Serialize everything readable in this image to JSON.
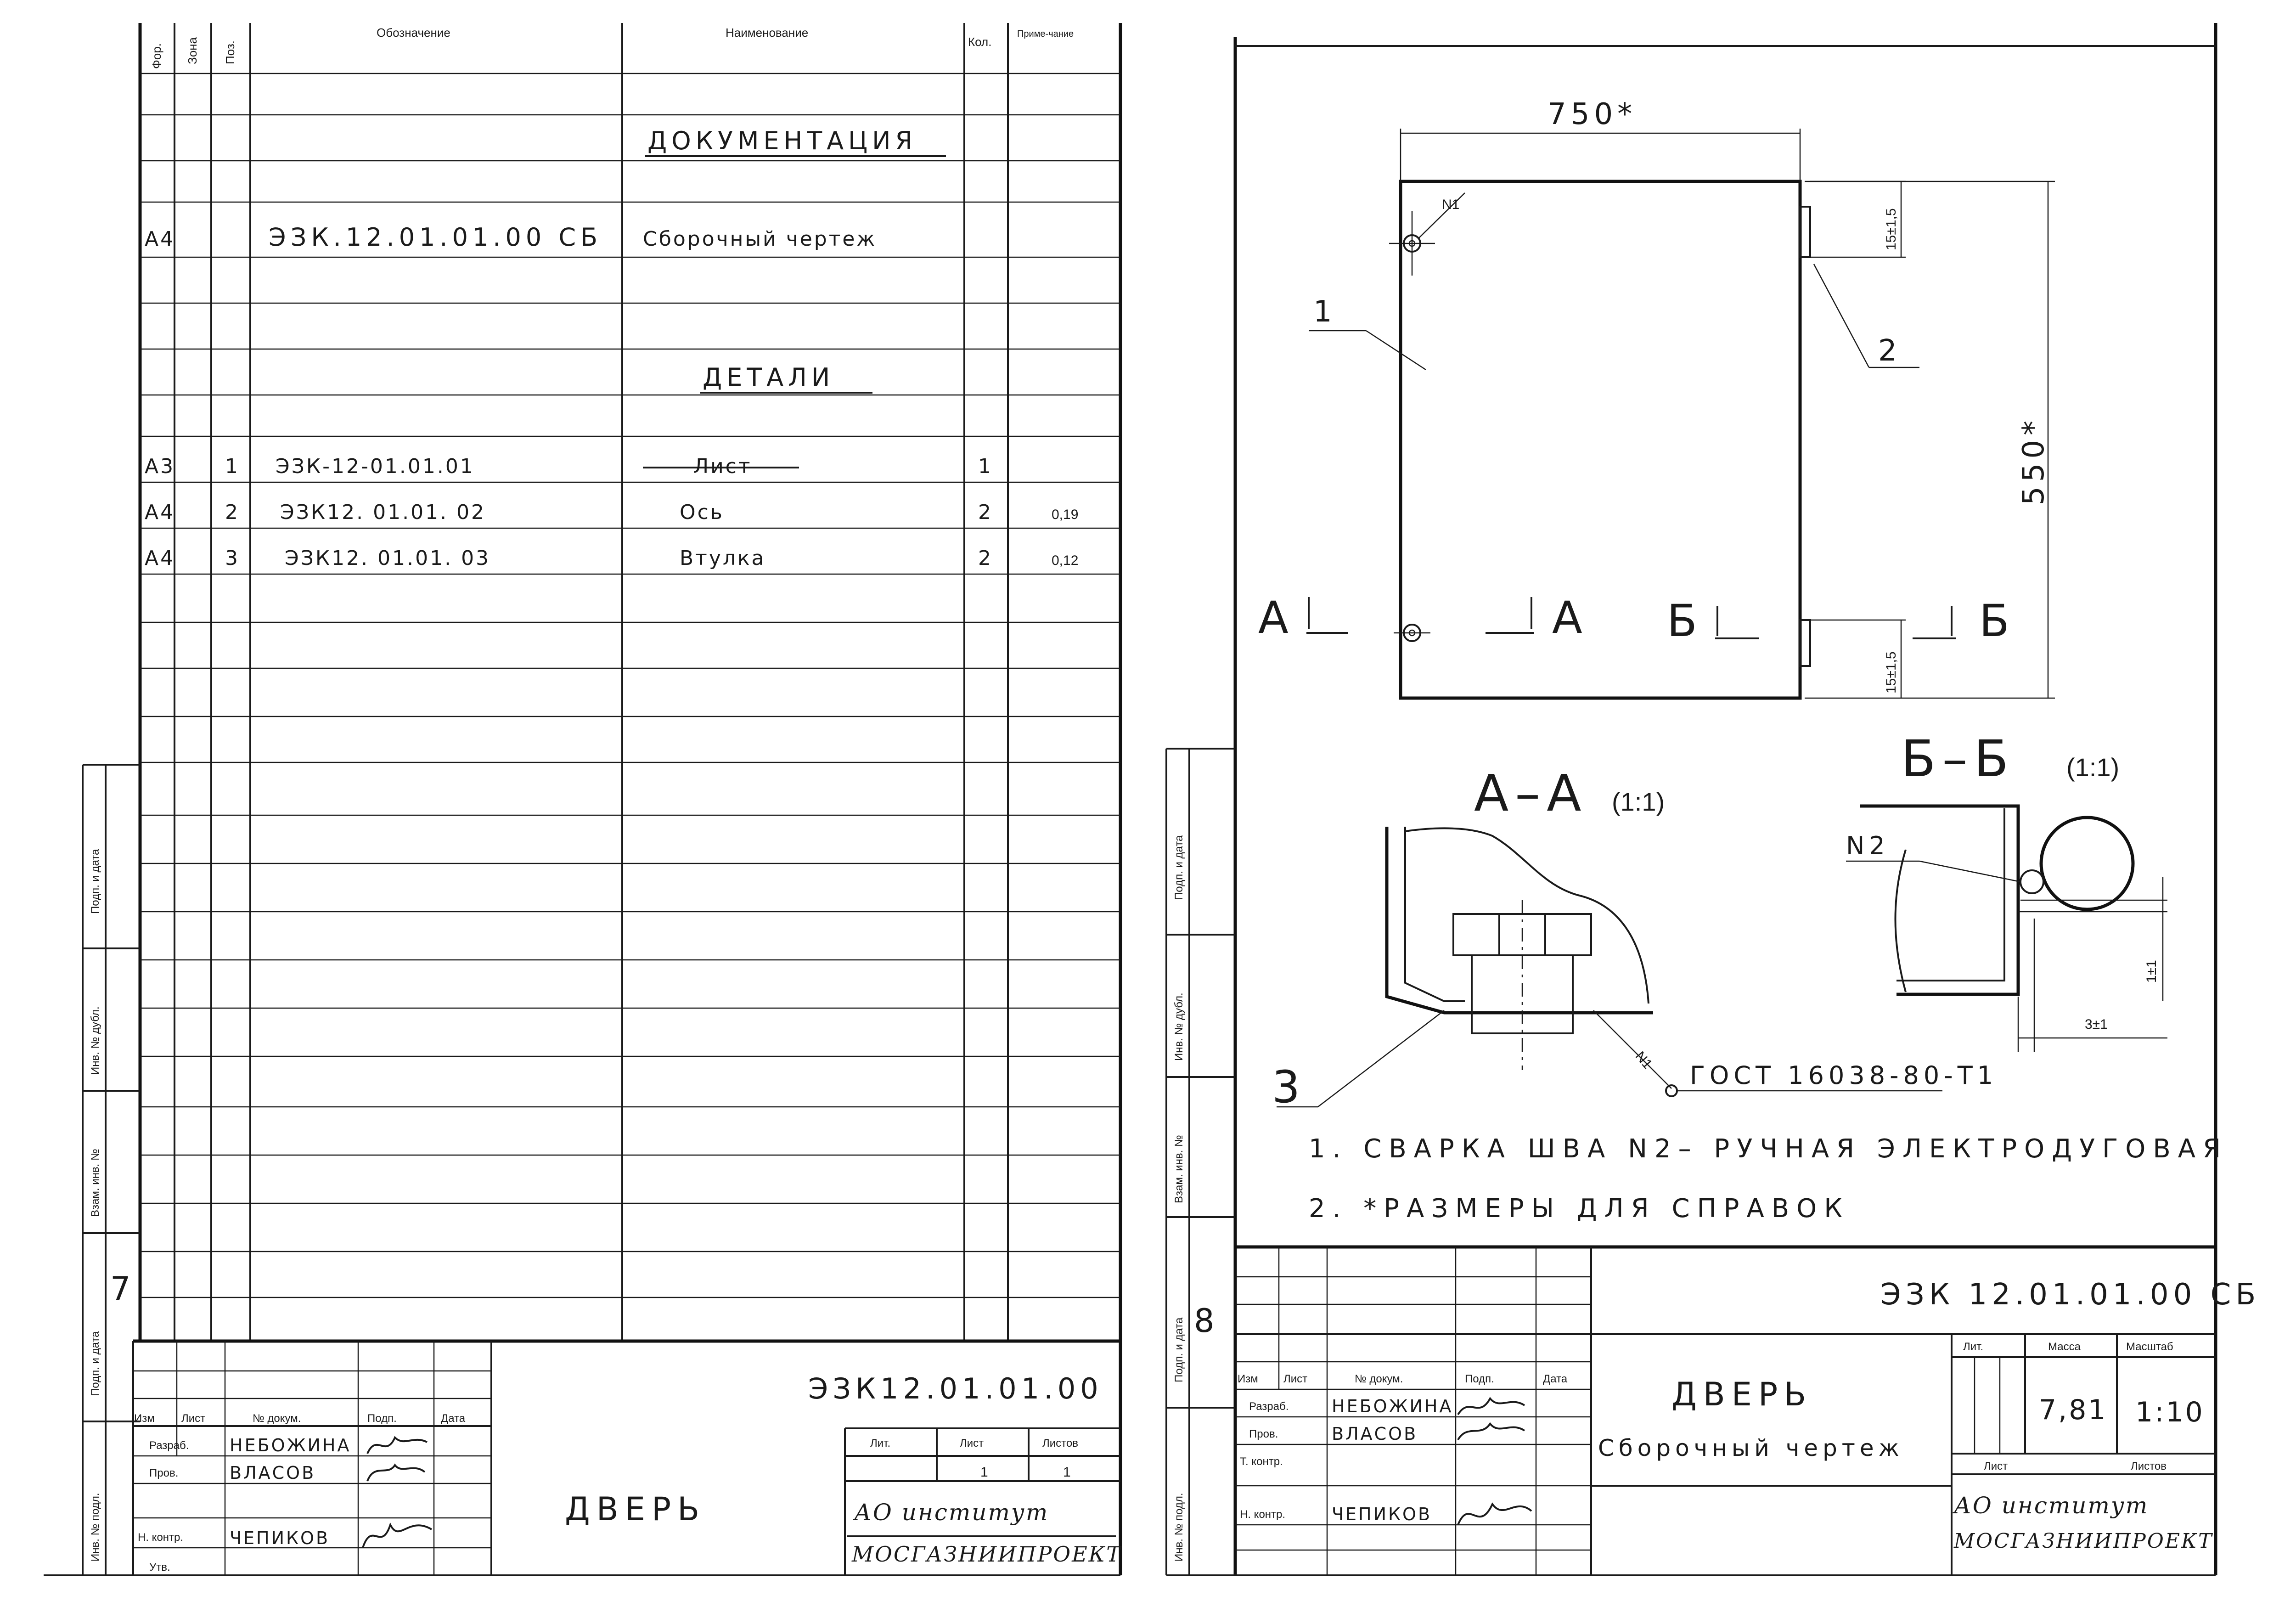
{
  "spec": {
    "headers": {
      "format": "Фор.",
      "zone": "Зона",
      "pos": "Поз.",
      "designation": "Обозначение",
      "name": "Наименование",
      "qty": "Кол.",
      "note": "Приме-чание"
    },
    "section_docs": "ДОКУМЕНТАЦИЯ",
    "section_parts": "ДЕТАЛИ",
    "rows": [
      {
        "format": "А4",
        "pos": "",
        "designation": "ЭЗК.12.01.01.00 СБ",
        "name": "Сборочный чертеж",
        "qty": "",
        "note": ""
      },
      {
        "format": "А3",
        "pos": "1",
        "designation": "ЭЗК-12-01.01.01",
        "name": "Лист",
        "qty": "1",
        "note": ""
      },
      {
        "format": "А4",
        "pos": "2",
        "designation": "ЭЗК12. 01.01. 02",
        "name": "Ось",
        "qty": "2",
        "note": "0,19"
      },
      {
        "format": "А4",
        "pos": "3",
        "designation": "ЭЗК12. 01.01. 03",
        "name": "Втулка",
        "qty": "2",
        "note": "0,12"
      }
    ],
    "sheet_number": "7",
    "side_labels": [
      "Подп. и дата",
      "Инв. № дубл.",
      "Взам. инв. №",
      "Подп. и дата",
      "Инв. № подл."
    ]
  },
  "spec_title": {
    "code": "ЭЗК12.01.01.00",
    "name": "ДВЕРЬ",
    "col_izm": "Изм",
    "col_list": "Лист",
    "col_doc": "№ докум.",
    "col_sign": "Подп.",
    "col_date": "Дата",
    "role_dev": "Разраб.",
    "role_check": "Пров.",
    "role_nkontr": "Н. контр.",
    "role_utv": "Утв.",
    "dev_name": "НЕБОЖИНА",
    "check_name": "ВЛАСОВ",
    "nkontr_name": "ЧЕПИКОВ",
    "lit_label": "Лит.",
    "sheet_label": "Лист",
    "sheets_label": "Листов",
    "sheet_val": "1",
    "sheets_val": "1",
    "org_line1": "АО институт",
    "org_line2": "МОСГАЗНИИПРОЕКТ"
  },
  "drawing": {
    "dim_width": "750*",
    "dim_height": "550*",
    "dim_hinge_top": "15±1,5",
    "dim_hinge_bottom": "15±1,5",
    "weld_mark": "N1",
    "callouts": [
      "1",
      "2",
      "3"
    ],
    "section_a": "А",
    "section_b": "Б",
    "view_a_title": "А–А",
    "view_a_scale": "(1:1)",
    "view_b_title": "Б–Б",
    "view_b_scale": "(1:1)",
    "weld_n2": "N2",
    "weld_spec": "ГОСТ 16038-80-Т1",
    "dim_gap": "1±1",
    "dim_offset": "3±1",
    "notes": [
      "1. СВАРКА ШВА N2– РУЧНАЯ ЭЛЕКТРОДУГОВАЯ",
      "2. *РАЗМЕРЫ ДЛЯ СПРАВОК"
    ],
    "sheet_number": "8"
  },
  "title_block": {
    "code": "ЭЗК 12.01.01.00 СБ",
    "name": "ДВЕРЬ",
    "subtitle": "Сборочный чертеж",
    "col_izm": "Изм",
    "col_list": "Лист",
    "col_doc": "№ докум.",
    "col_sign": "Подп.",
    "col_date": "Дата",
    "role_dev": "Разраб.",
    "role_check": "Пров.",
    "role_tkontr": "Т. контр.",
    "role_nkontr": "Н. контр.",
    "dev_name": "НЕБОЖИНА",
    "check_name": "ВЛАСОВ",
    "nkontr_name": "ЧЕПИКОВ",
    "lit_label": "Лит.",
    "mass_label": "Масса",
    "scale_label": "Масштаб",
    "mass": "7,81",
    "scale": "1:10",
    "sheet_label": "Лист",
    "sheets_label": "Листов",
    "org_line1": "АО институт",
    "org_line2": "МОСГАЗНИИПРОЕКТ"
  }
}
